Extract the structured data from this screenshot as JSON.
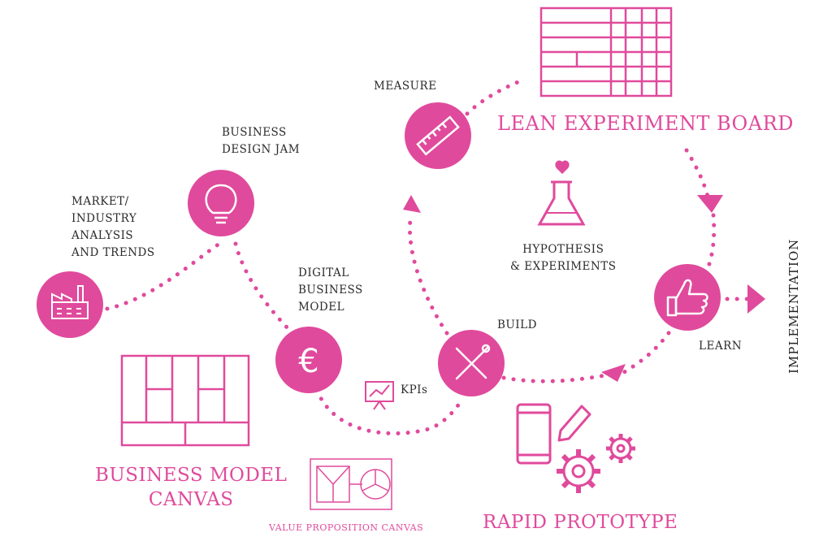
{
  "labels": {
    "measure": "MEASURE",
    "business_design_jam": "BUSINESS\nDESIGN JAM",
    "market": "MARKET/\nINDUSTRY\nANALYSIS\nAND TRENDS",
    "digital_business_model": "DIGITAL\nBUSINESS\nMODEL",
    "build": "BUILD",
    "kpis": "KPIs",
    "hypothesis": "HYPOTHESIS\n& EXPERIMENTS",
    "learn": "LEARN",
    "implementation": "IMPLEMENTATION"
  },
  "titles": {
    "lean_experiment_board": "LEAN EXPERIMENT BOARD",
    "business_model_canvas": "BUSINESS MODEL\nCANVAS",
    "value_proposition_canvas": "VALUE PROPOSITION CANVAS",
    "rapid_prototype": "RAPID PROTOTYPE"
  },
  "colors": {
    "accent": "#e04a9c",
    "text": "#2b2b2b"
  },
  "icons": [
    "factory-icon",
    "lightbulb-icon",
    "euro-icon",
    "ruler-icon",
    "tools-icon",
    "thumbs-up-icon",
    "flask-icon",
    "presentation-chart-icon",
    "phone-icon",
    "pencil-icon",
    "gears-icon"
  ]
}
